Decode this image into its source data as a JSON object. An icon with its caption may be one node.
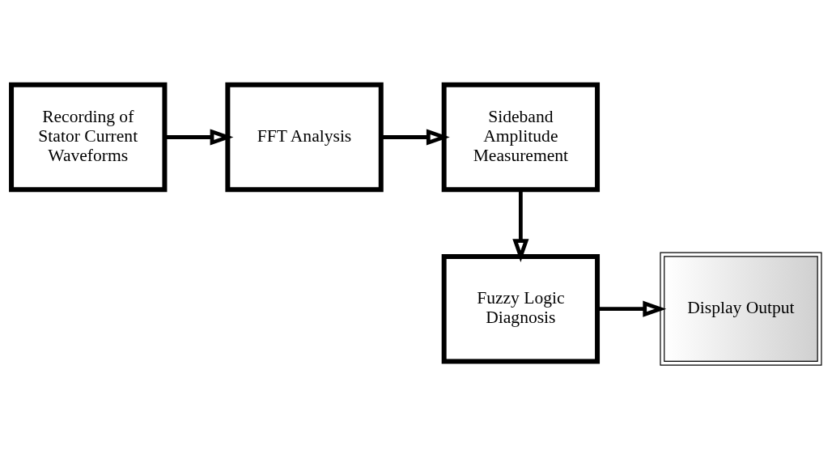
{
  "diagram": {
    "nodes": [
      {
        "text": [
          "Recording of Stator Current Waveforms"
        ]
      },
      {
        "text": [
          "FFT Analysis"
        ]
      },
      {
        "text": [
          "Sideband Amplitude Measurement"
        ]
      },
      {
        "text": [
          "Fuzzy Logic Diagnosis"
        ]
      },
      {
        "text": [
          "Display Output"
        ]
      }
    ],
    "edges": [
      {
        "from": 0,
        "to": 1,
        "arrow": "to"
      },
      {
        "from": 1,
        "to": 2,
        "arrow": "to"
      },
      {
        "from": 2,
        "to": 3,
        "arrow": "to"
      },
      {
        "from": 3,
        "to": 4,
        "arrow": "to"
      }
    ]
  }
}
